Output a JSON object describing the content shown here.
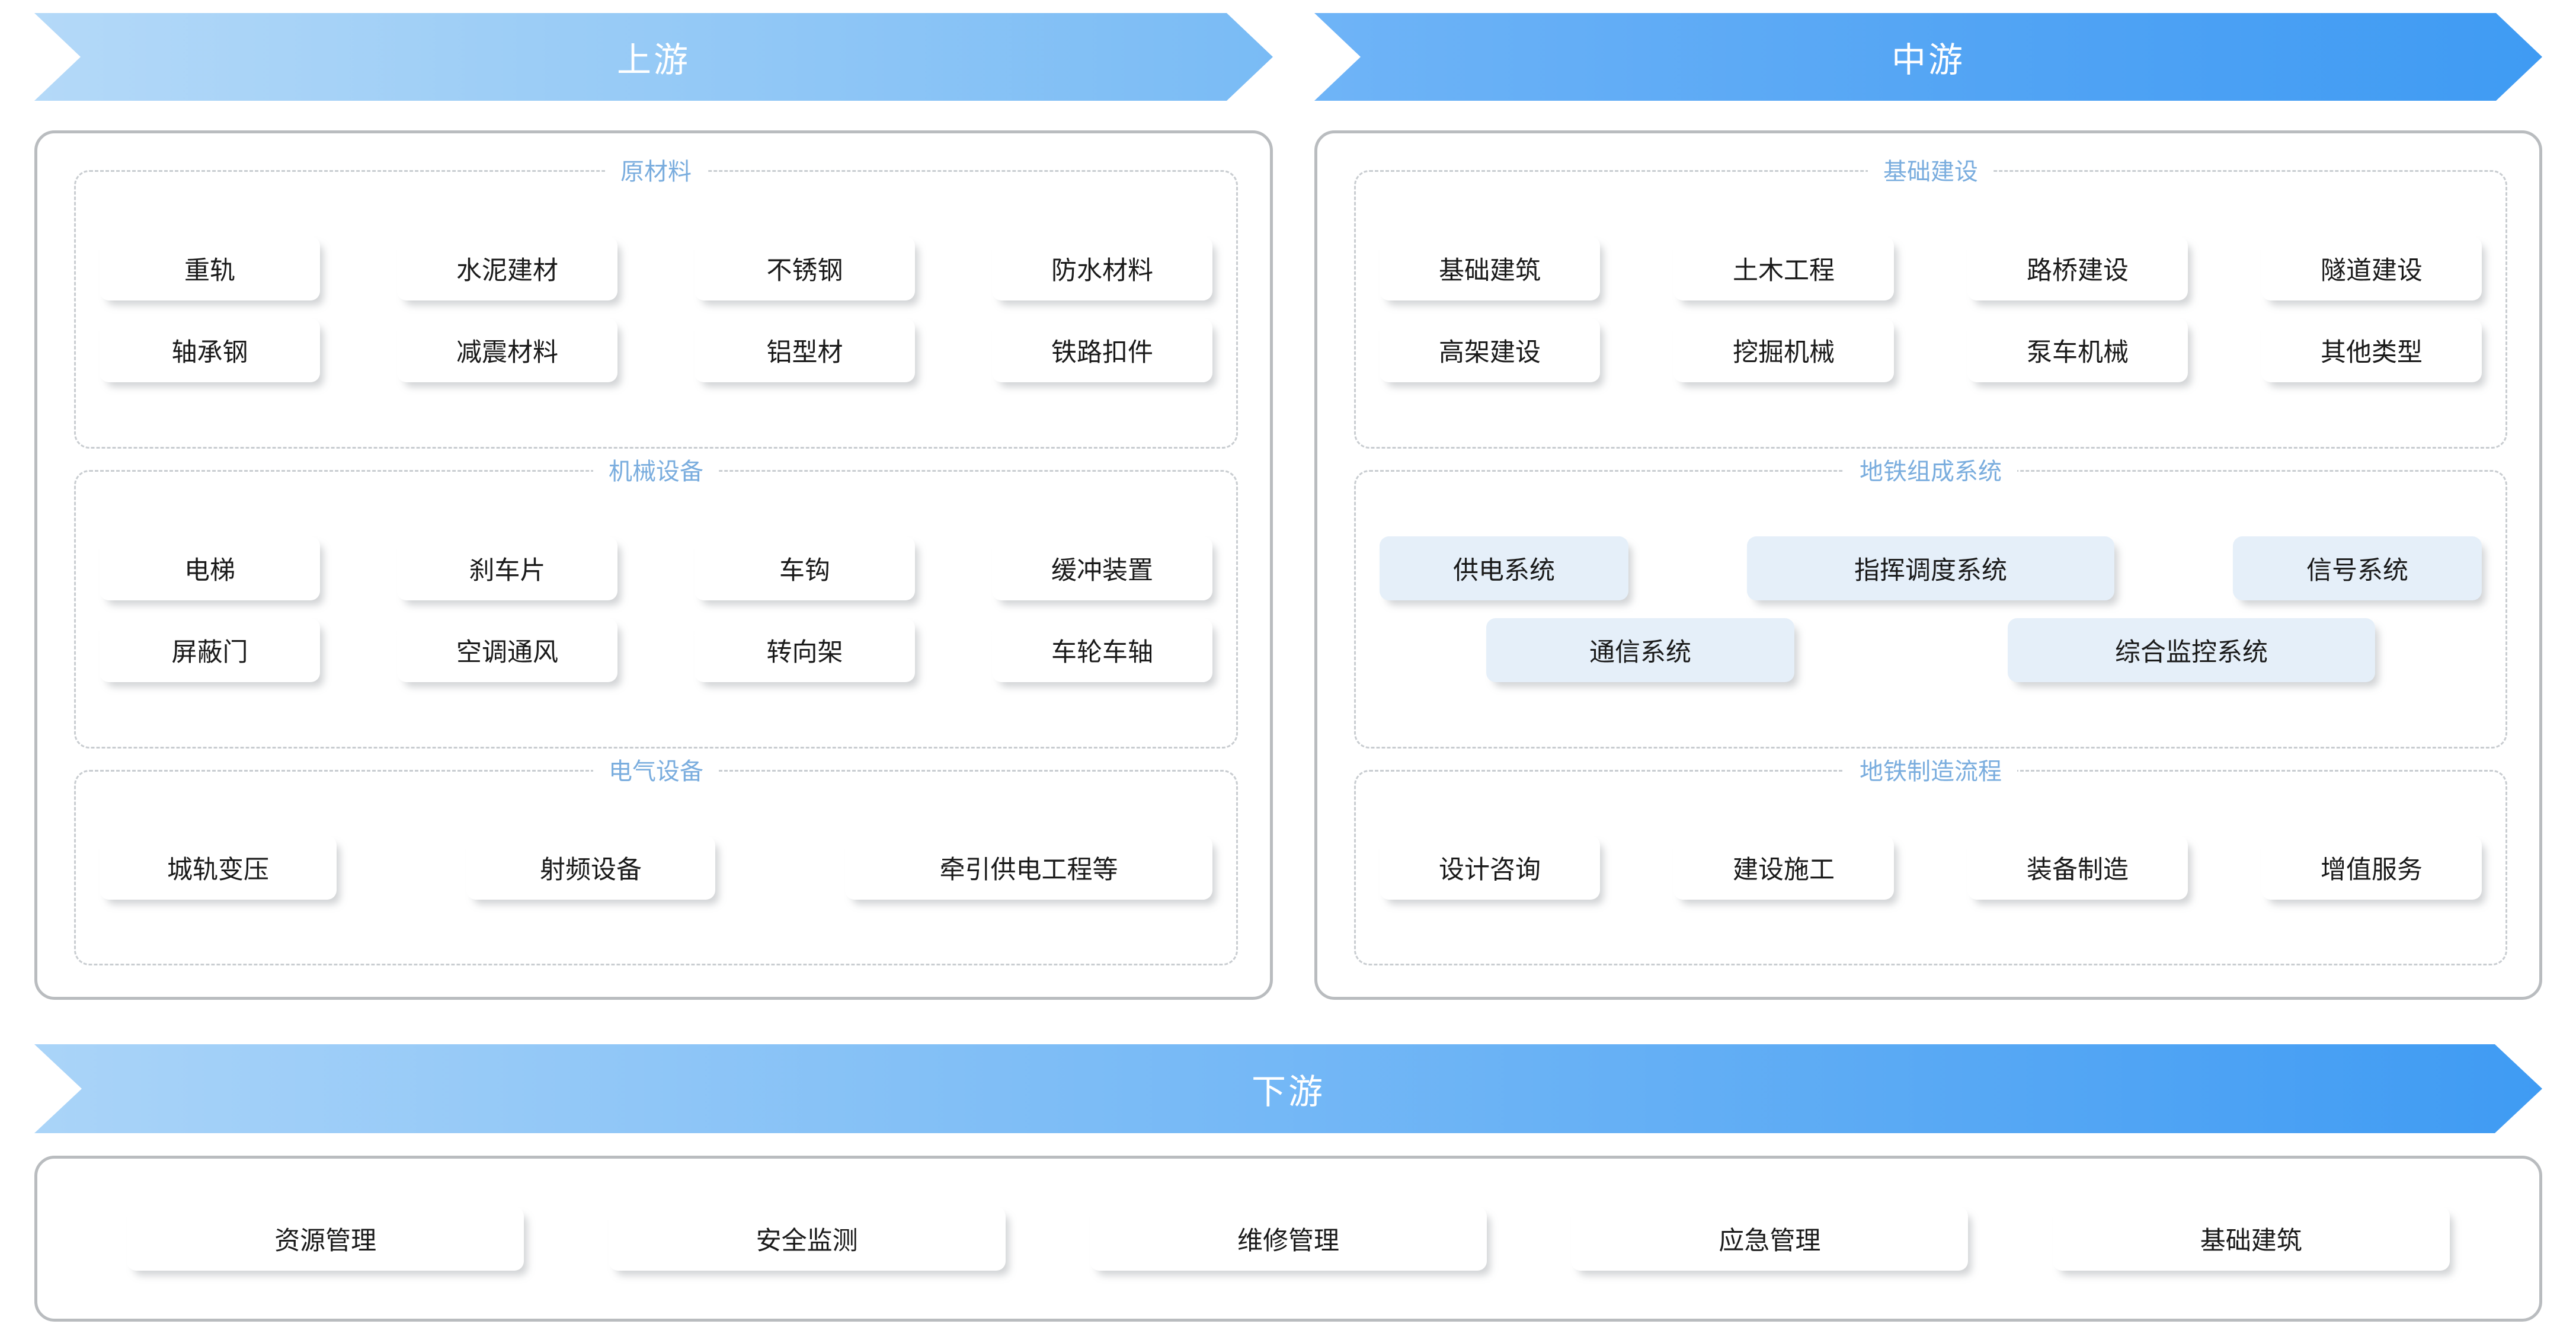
{
  "banners": {
    "upstream": "上游",
    "midstream": "中游",
    "downstream": "下游"
  },
  "colors": {
    "legend_text": "#7aadde",
    "banner_upstream": "#9ccdf6",
    "banner_midstream": "#52a4f4",
    "banner_downstream": "#7cbcf6",
    "tinted_box": "#e5eff9",
    "panel_border": "#b9bcbf",
    "fieldset_border": "#c9cdd1"
  },
  "upstream": {
    "sections": [
      {
        "title": "原材料",
        "rows": [
          [
            "重轨",
            "水泥建材",
            "不锈钢",
            "防水材料"
          ],
          [
            "轴承钢",
            "减震材料",
            "铝型材",
            "铁路扣件"
          ]
        ]
      },
      {
        "title": "机械设备",
        "rows": [
          [
            "电梯",
            "刹车片",
            "车钩",
            "缓冲装置"
          ],
          [
            "屏蔽门",
            "空调通风",
            "转向架",
            "车轮车轴"
          ]
        ]
      },
      {
        "title": "电气设备",
        "rows": [
          [
            "城轨变压",
            "射频设备",
            "牵引供电工程等"
          ]
        ]
      }
    ]
  },
  "midstream": {
    "sections": [
      {
        "title": "基础建设",
        "rows": [
          [
            "基础建筑",
            "土木工程",
            "路桥建设",
            "隧道建设"
          ],
          [
            "高架建设",
            "挖掘机械",
            "泵车机械",
            "其他类型"
          ]
        ]
      },
      {
        "title": "地铁组成系统",
        "rows": [
          [
            "供电系统",
            "指挥调度系统",
            "信号系统"
          ],
          [
            "通信系统",
            "综合监控系统"
          ]
        ]
      },
      {
        "title": "地铁制造流程",
        "rows": [
          [
            "设计咨询",
            "建设施工",
            "装备制造",
            "增值服务"
          ]
        ]
      }
    ]
  },
  "downstream": {
    "items": [
      "资源管理",
      "安全监测",
      "维修管理",
      "应急管理",
      "基础建筑"
    ]
  }
}
